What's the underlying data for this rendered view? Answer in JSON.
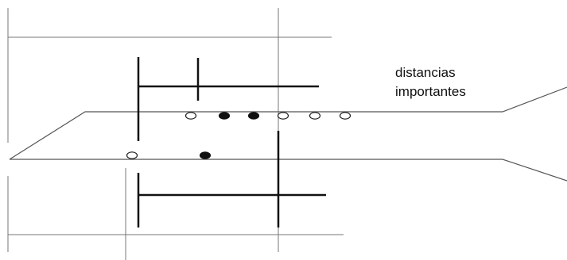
{
  "diagram": {
    "label_lines": [
      "distancias",
      "importantes"
    ],
    "colors": {
      "ink": "#111111",
      "thin_line": "#777777",
      "background": "#ffffff"
    },
    "markers": {
      "upper_row": [
        "open",
        "filled",
        "filled",
        "open",
        "open",
        "open"
      ],
      "lower_row": [
        "open",
        "filled"
      ]
    }
  }
}
